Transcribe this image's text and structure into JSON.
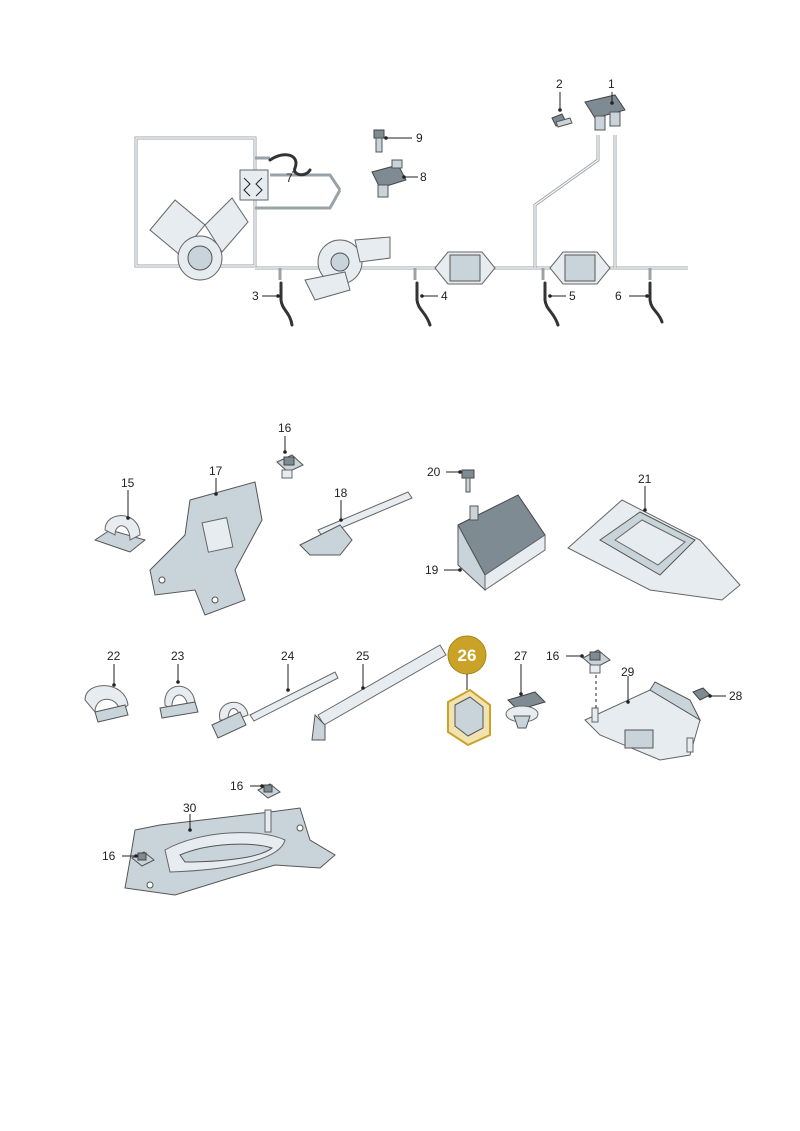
{
  "diagram": {
    "callouts": {
      "c1": "1",
      "c2": "2",
      "c3": "3",
      "c4": "4",
      "c5": "5",
      "c6": "6",
      "c7": "7",
      "c8": "8",
      "c9": "9",
      "c15": "15",
      "c16a": "16",
      "c17": "17",
      "c18": "18",
      "c19": "19",
      "c20": "20",
      "c21": "21",
      "c22": "22",
      "c23": "23",
      "c24": "24",
      "c25": "25",
      "c26": "26",
      "c27": "27",
      "c16b": "16",
      "c28": "28",
      "c29": "29",
      "c16c": "16",
      "c30": "30",
      "c16d": "16"
    },
    "highlight": {
      "part": "26",
      "color": "#c9a227",
      "text_color": "#ffffff"
    },
    "colors": {
      "line": "#222222",
      "part_fill": "#c9d3da",
      "pipe": "#9aa3aa"
    }
  }
}
